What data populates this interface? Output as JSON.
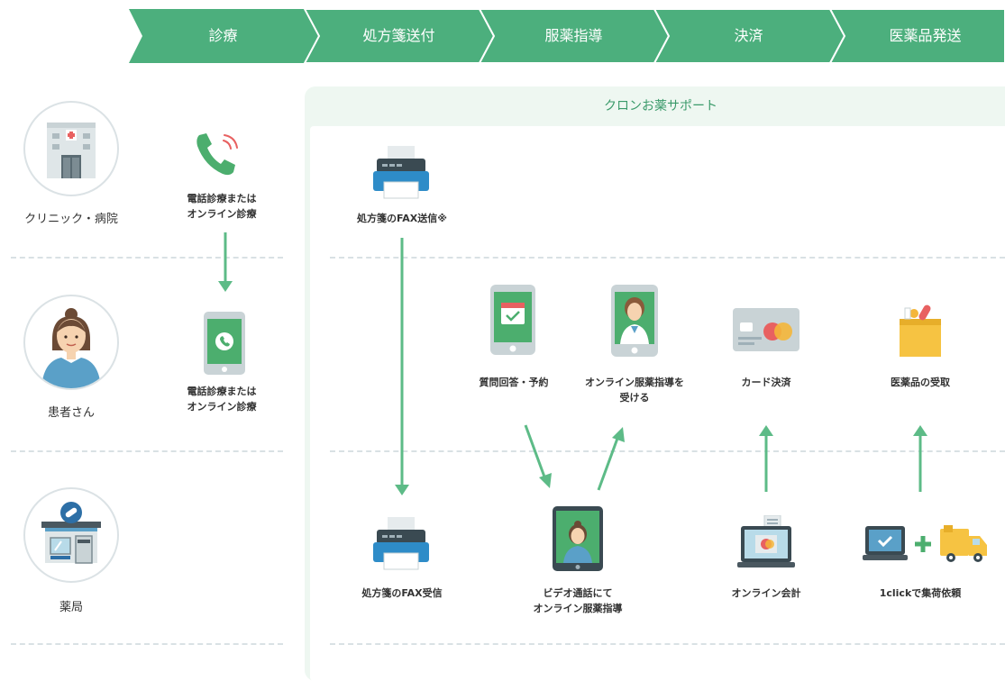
{
  "steps": [
    "診療",
    "処方箋送付",
    "服薬指導",
    "決済",
    "医薬品発送"
  ],
  "colors": {
    "step_green": "#4caf7d",
    "arrow_green": "#5dbb87",
    "panel_bg": "#eef7f1",
    "divider": "#dbe2e4",
    "printer_blue": "#2e8cc8",
    "phone_green": "#4cae6e"
  },
  "roles": {
    "clinic": "クリニック・病院",
    "patient": "患者さん",
    "pharmacy": "薬局"
  },
  "left_flow": {
    "phone_label": [
      "電話診療または",
      "オンライン診療"
    ],
    "smartphone_label": [
      "電話診療または",
      "オンライン診療"
    ]
  },
  "panel": {
    "title": "クロンお薬サポート",
    "fax_send": "処方箋のFAX送信※",
    "fax_receive": "処方箋のFAX受信",
    "qa": "質問回答・予約",
    "online_guidance": [
      "オンライン服薬指導を",
      "受ける"
    ],
    "card": "カード決済",
    "receive_medicine": "医薬品の受取",
    "video_call": [
      "ビデオ通話にて",
      "オンライン服薬指導"
    ],
    "online_payment": "オンライン会計",
    "one_click": "1clickで集荷依頼"
  },
  "icons": {
    "clinic": "hospital-building-icon",
    "patient": "patient-woman-icon",
    "pharmacy": "pharmacy-store-icon",
    "phone_call": "phone-ringing-icon",
    "smartphone": "smartphone-call-icon",
    "fax_send": "fax-machine-icon",
    "fax_receive": "fax-machine-icon",
    "qa": "smartphone-calendar-icon",
    "online_guidance": "smartphone-pharmacist-icon",
    "card": "credit-card-icon",
    "medicine": "medicine-box-icon",
    "video_call": "tablet-video-call-icon",
    "online_payment": "laptop-payment-icon",
    "laptop": "laptop-check-icon",
    "truck": "delivery-truck-icon"
  }
}
